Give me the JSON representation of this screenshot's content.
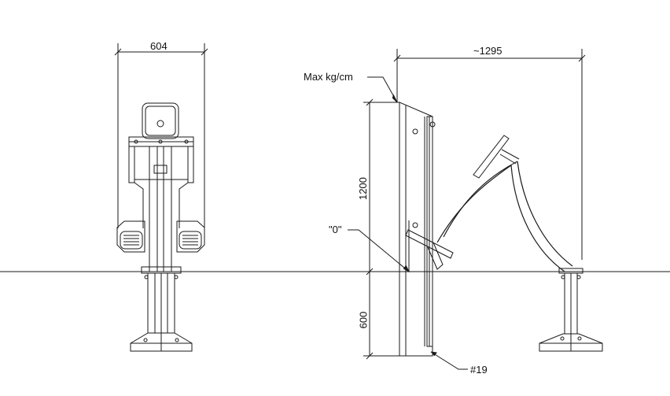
{
  "dimensions": {
    "front_width": "604",
    "side_width": "~1295",
    "height_above": "1200",
    "depth_below": "600"
  },
  "callouts": {
    "max_load": "Max kg/cm",
    "zero_ref": "\"0\"",
    "part_no": "#19"
  },
  "colors": {
    "line": "#1a1a1a",
    "background": "#ffffff"
  }
}
